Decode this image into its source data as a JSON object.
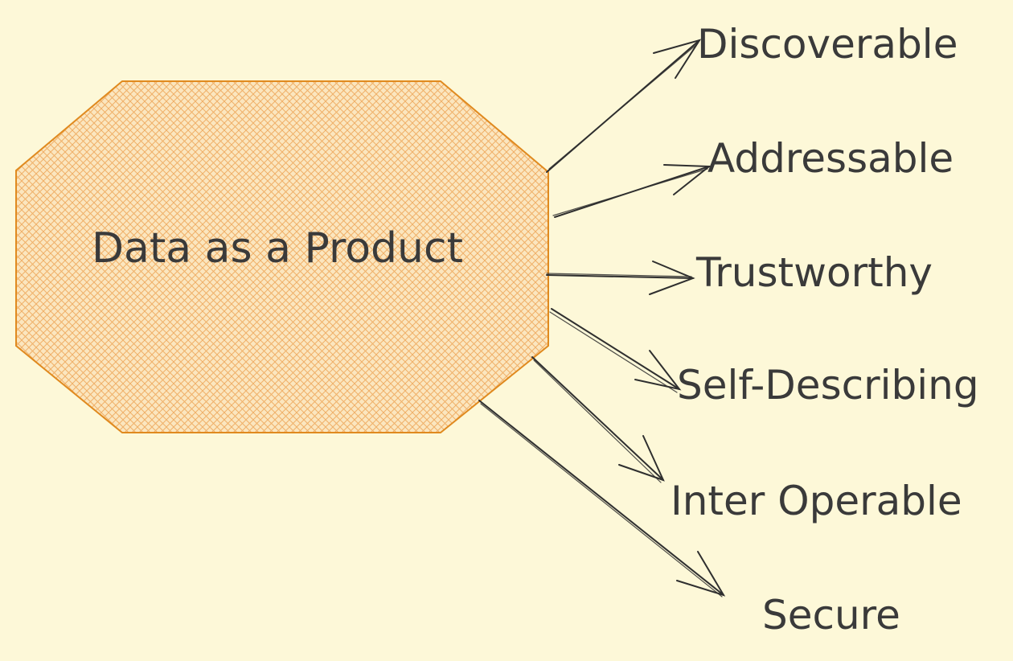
{
  "center": {
    "label": "Data as a Product"
  },
  "attributes": [
    {
      "label": "Discoverable"
    },
    {
      "label": "Addressable"
    },
    {
      "label": "Trustworthy"
    },
    {
      "label": "Self-Describing"
    },
    {
      "label": "Inter Operable"
    },
    {
      "label": "Secure"
    }
  ],
  "colors": {
    "background": "#fdf8d8",
    "shape_stroke": "#e08a1f",
    "shape_hatch": "#f2b46a",
    "ink": "#2f2f2f"
  }
}
